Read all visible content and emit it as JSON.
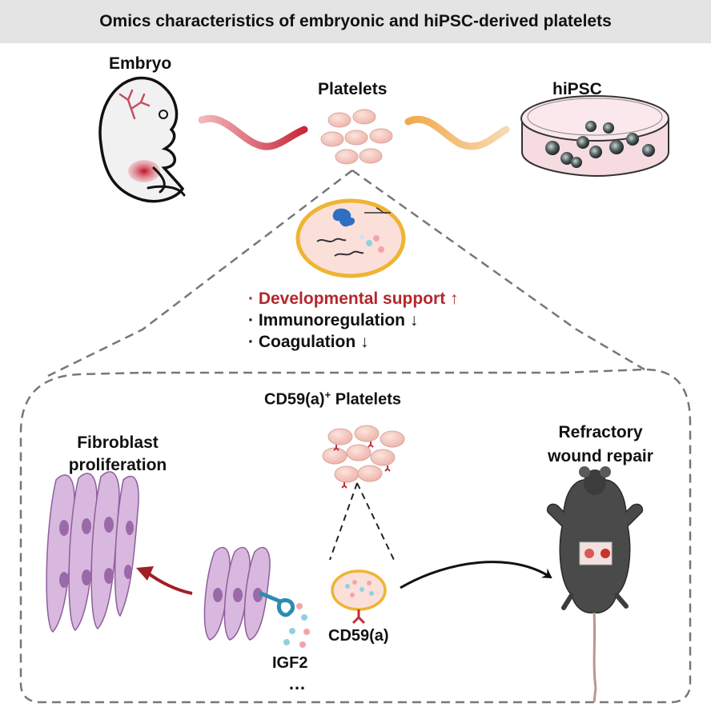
{
  "title": "Omics characteristics of embryonic and hiPSC-derived platelets",
  "sources": {
    "embryo": "Embryo",
    "platelets": "Platelets",
    "hipsc": "hiPSC"
  },
  "features": [
    {
      "text": "· Developmental support ↑",
      "color": "#b3282d"
    },
    {
      "text": "· Immunoregulation ↓",
      "color": "#111111"
    },
    {
      "text": "· Coagulation ↓",
      "color": "#111111"
    }
  ],
  "cd59_platelets": {
    "prefix": "CD59(a)",
    "sup": "+",
    "suffix": " Platelets"
  },
  "fibroblast": [
    "Fibroblast",
    "proliferation"
  ],
  "wound": [
    "Refractory",
    "wound repair"
  ],
  "cd59_label": "CD59(a)",
  "igf2_label": "IGF2",
  "ellipsis": "…",
  "colors": {
    "header_bg": "#e4e4e4",
    "accent_red": "#b3282d",
    "orange": "#f0b25a",
    "platelet_fill": "#f6d0c8",
    "fibroblast_fill": "#cfa9d6"
  }
}
